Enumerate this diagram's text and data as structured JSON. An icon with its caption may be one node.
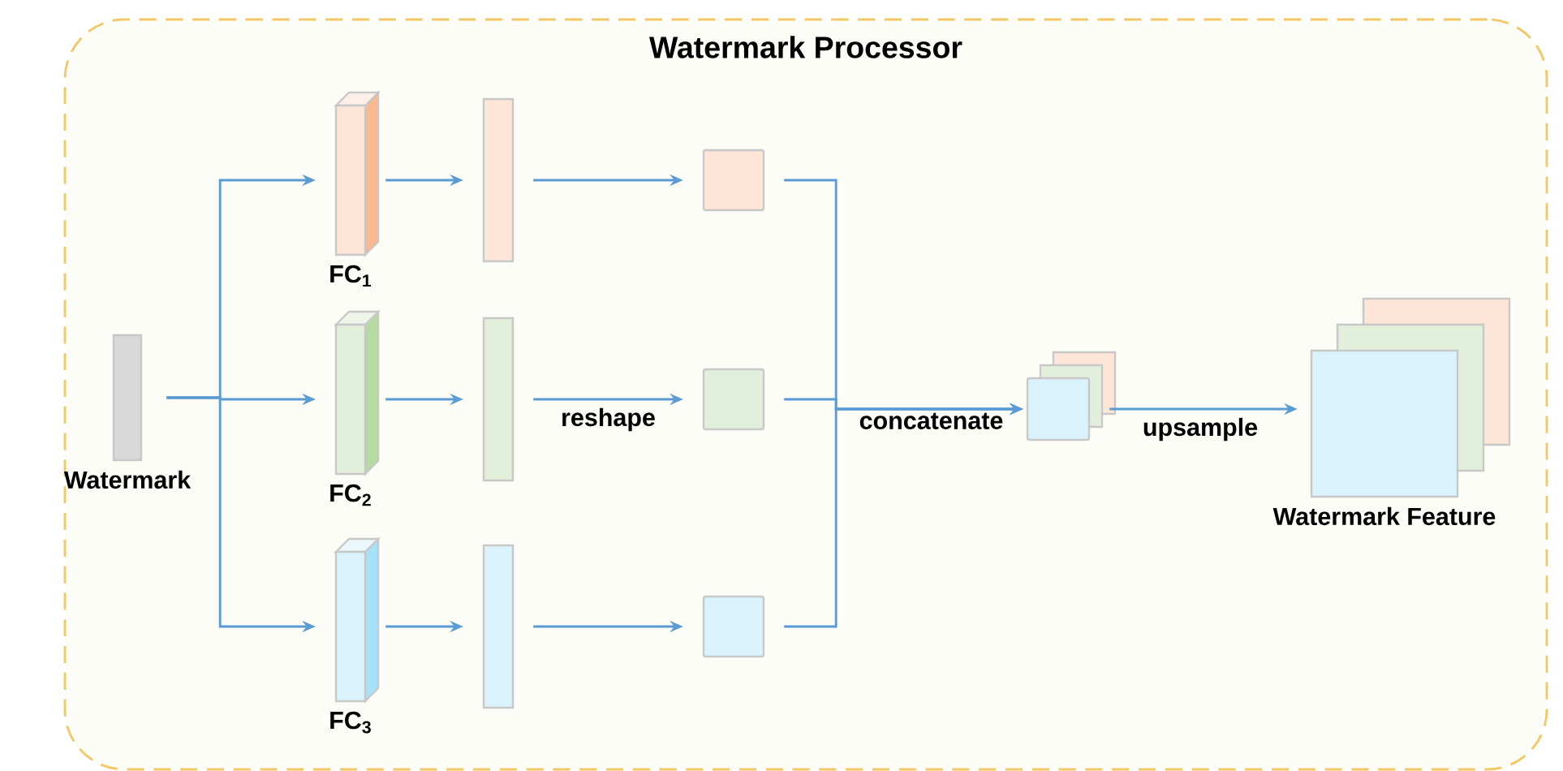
{
  "diagram": {
    "nodes": [
      {
        "text": [
          "Watermark Processor"
        ]
      },
      {
        "text": [
          "Watermark"
        ],
        "in": 0
      },
      {
        "text": [
          "FC$_{1}$"
        ],
        "in": 0
      },
      {
        "text": [
          "FC$_{2}$"
        ],
        "in": 0
      },
      {
        "text": [
          "FC$_{3}$"
        ],
        "in": 0
      },
      {
        "text": [],
        "shape": "bar",
        "in": 0
      },
      {
        "text": [],
        "shape": "bar",
        "in": 0
      },
      {
        "text": [],
        "shape": "bar",
        "in": 0
      },
      {
        "text": [],
        "shape": "box",
        "in": 0
      },
      {
        "text": [],
        "shape": "box",
        "in": 0
      },
      {
        "text": [],
        "shape": "box",
        "in": 0
      },
      {
        "text": [],
        "shape": "box",
        "in": 0
      },
      {
        "text": [
          "Watermark Feature"
        ],
        "in": 0
      }
    ],
    "edges": [
      {
        "from": 1,
        "to": 2,
        "arrow": "to"
      },
      {
        "from": 1,
        "to": 3,
        "arrow": "to"
      },
      {
        "from": 1,
        "to": 4,
        "arrow": "to"
      },
      {
        "from": 2,
        "to": 5,
        "arrow": "to"
      },
      {
        "from": 3,
        "to": 6,
        "arrow": "to"
      },
      {
        "from": 4,
        "to": 7,
        "arrow": "to"
      },
      {
        "from": 5,
        "to": 8,
        "arrow": "to"
      },
      {
        "from": 6,
        "to": 9,
        "label": "reshape",
        "arrow": "to"
      },
      {
        "from": 7,
        "to": 10,
        "arrow": "to"
      },
      {
        "from": 8,
        "to": 11,
        "arrow": "to"
      },
      {
        "from": 9,
        "to": 11,
        "label": "concatenate",
        "arrow": "to"
      },
      {
        "from": 10,
        "to": 11,
        "arrow": "to"
      },
      {
        "from": 11,
        "to": 12,
        "label": "upsample",
        "arrow": "to"
      }
    ]
  }
}
